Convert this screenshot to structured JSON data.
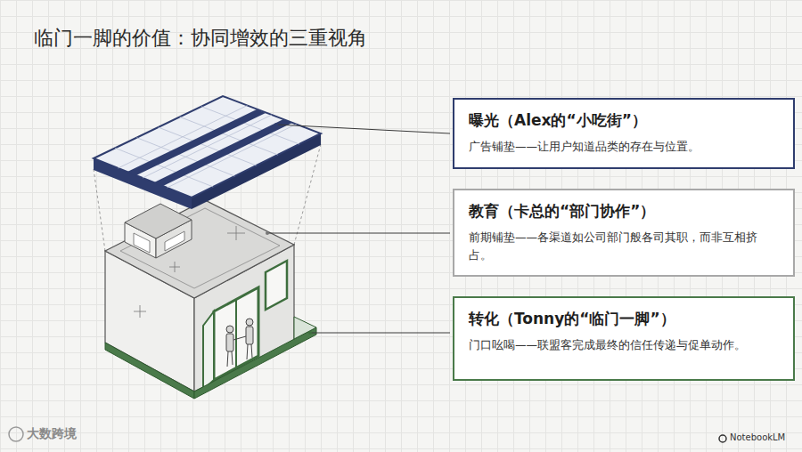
{
  "diagram": {
    "title": "临门一脚的价值：协同增效的三重视角",
    "nodes": [
      {
        "text": [
          "曝光（Alex的“小吃街”）",
          "广告铺垫——让用户知道品类的存在与位置。"
        ]
      },
      {
        "text": [
          "教育（卡总的“部门协作”）",
          "前期铺垫——各渠道如公司部门般各司其职，而非互相挤占。"
        ]
      },
      {
        "text": [
          "转化（Tonny的“临门一脚”）",
          "门口吆喝——联盟客完成最终的信任传递与促单动作。"
        ]
      }
    ],
    "labels": [
      "大数跨境",
      "NotebookLM"
    ]
  }
}
